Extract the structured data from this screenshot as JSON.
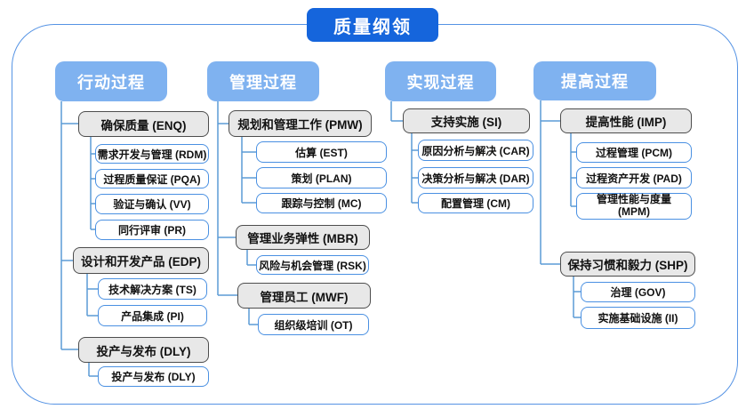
{
  "title": "质量纲领",
  "colors": {
    "title_bg": "#1565DC",
    "header_bg": "#7FB2F0",
    "group_bg": "#E8E8E8",
    "group_border": "#4D4D4D",
    "leaf_border": "#4A90E2",
    "connector": "#5B9BD5",
    "frame_border": "#5593E4"
  },
  "columns": [
    {
      "header": "行动过程",
      "groups": [
        {
          "label": "确保质量 (ENQ)",
          "children": [
            "需求开发与管理 (RDM)",
            "过程质量保证 (PQA)",
            "验证与确认 (VV)",
            "同行评审 (PR)"
          ]
        },
        {
          "label": "设计和开发产品 (EDP)",
          "children": [
            "技术解决方案 (TS)",
            "产品集成 (PI)"
          ]
        },
        {
          "label": "投产与发布 (DLY)",
          "children": [
            "投产与发布 (DLY)"
          ]
        }
      ]
    },
    {
      "header": "管理过程",
      "groups": [
        {
          "label": "规划和管理工作 (PMW)",
          "children": [
            "估算 (EST)",
            "策划 (PLAN)",
            "跟踪与控制 (MC)"
          ]
        },
        {
          "label": "管理业务弹性 (MBR)",
          "children": [
            "风险与机会管理 (RSK)"
          ]
        },
        {
          "label": "管理员工 (MWF)",
          "children": [
            "组织级培训 (OT)"
          ]
        }
      ]
    },
    {
      "header": "实现过程",
      "groups": [
        {
          "label": "支持实施 (SI)",
          "children": [
            "原因分析与解决 (CAR)",
            "决策分析与解决 (DAR)",
            "配置管理 (CM)"
          ]
        }
      ]
    },
    {
      "header": "提高过程",
      "groups": [
        {
          "label": "提高性能 (IMP)",
          "children": [
            "过程管理 (PCM)",
            "过程资产开发 (PAD)",
            "管理性能与度量 (MPM)"
          ]
        },
        {
          "label": "保持习惯和毅力 (SHP)",
          "children": [
            "治理 (GOV)",
            "实施基础设施 (II)"
          ]
        }
      ]
    }
  ]
}
